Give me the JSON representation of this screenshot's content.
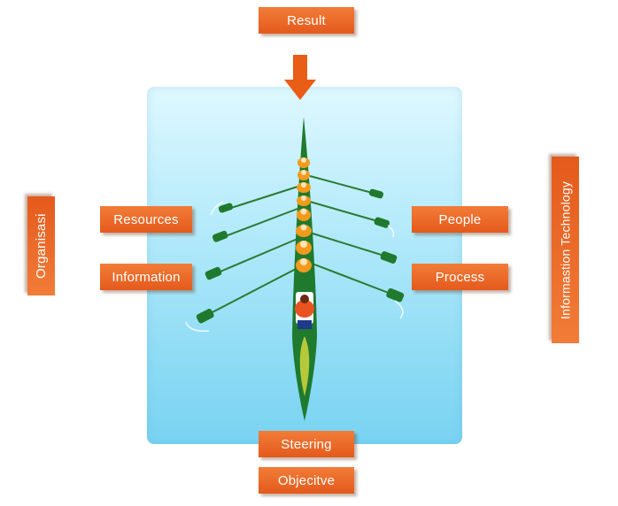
{
  "labels": {
    "result": "Result",
    "resources": "Resources",
    "information": "Information",
    "people": "People",
    "process": "Process",
    "steering": "Steering",
    "objective": "Objecitve",
    "organisasi": "Organisasi",
    "information_technology": "Informastion Technology"
  },
  "colors": {
    "label_orange": "#e8621f",
    "arrow_orange": "#ea5d17",
    "boat_green": "#1f7a2e",
    "water_blue": "#a9e5f8",
    "rower_orange": "#f39a1d"
  }
}
